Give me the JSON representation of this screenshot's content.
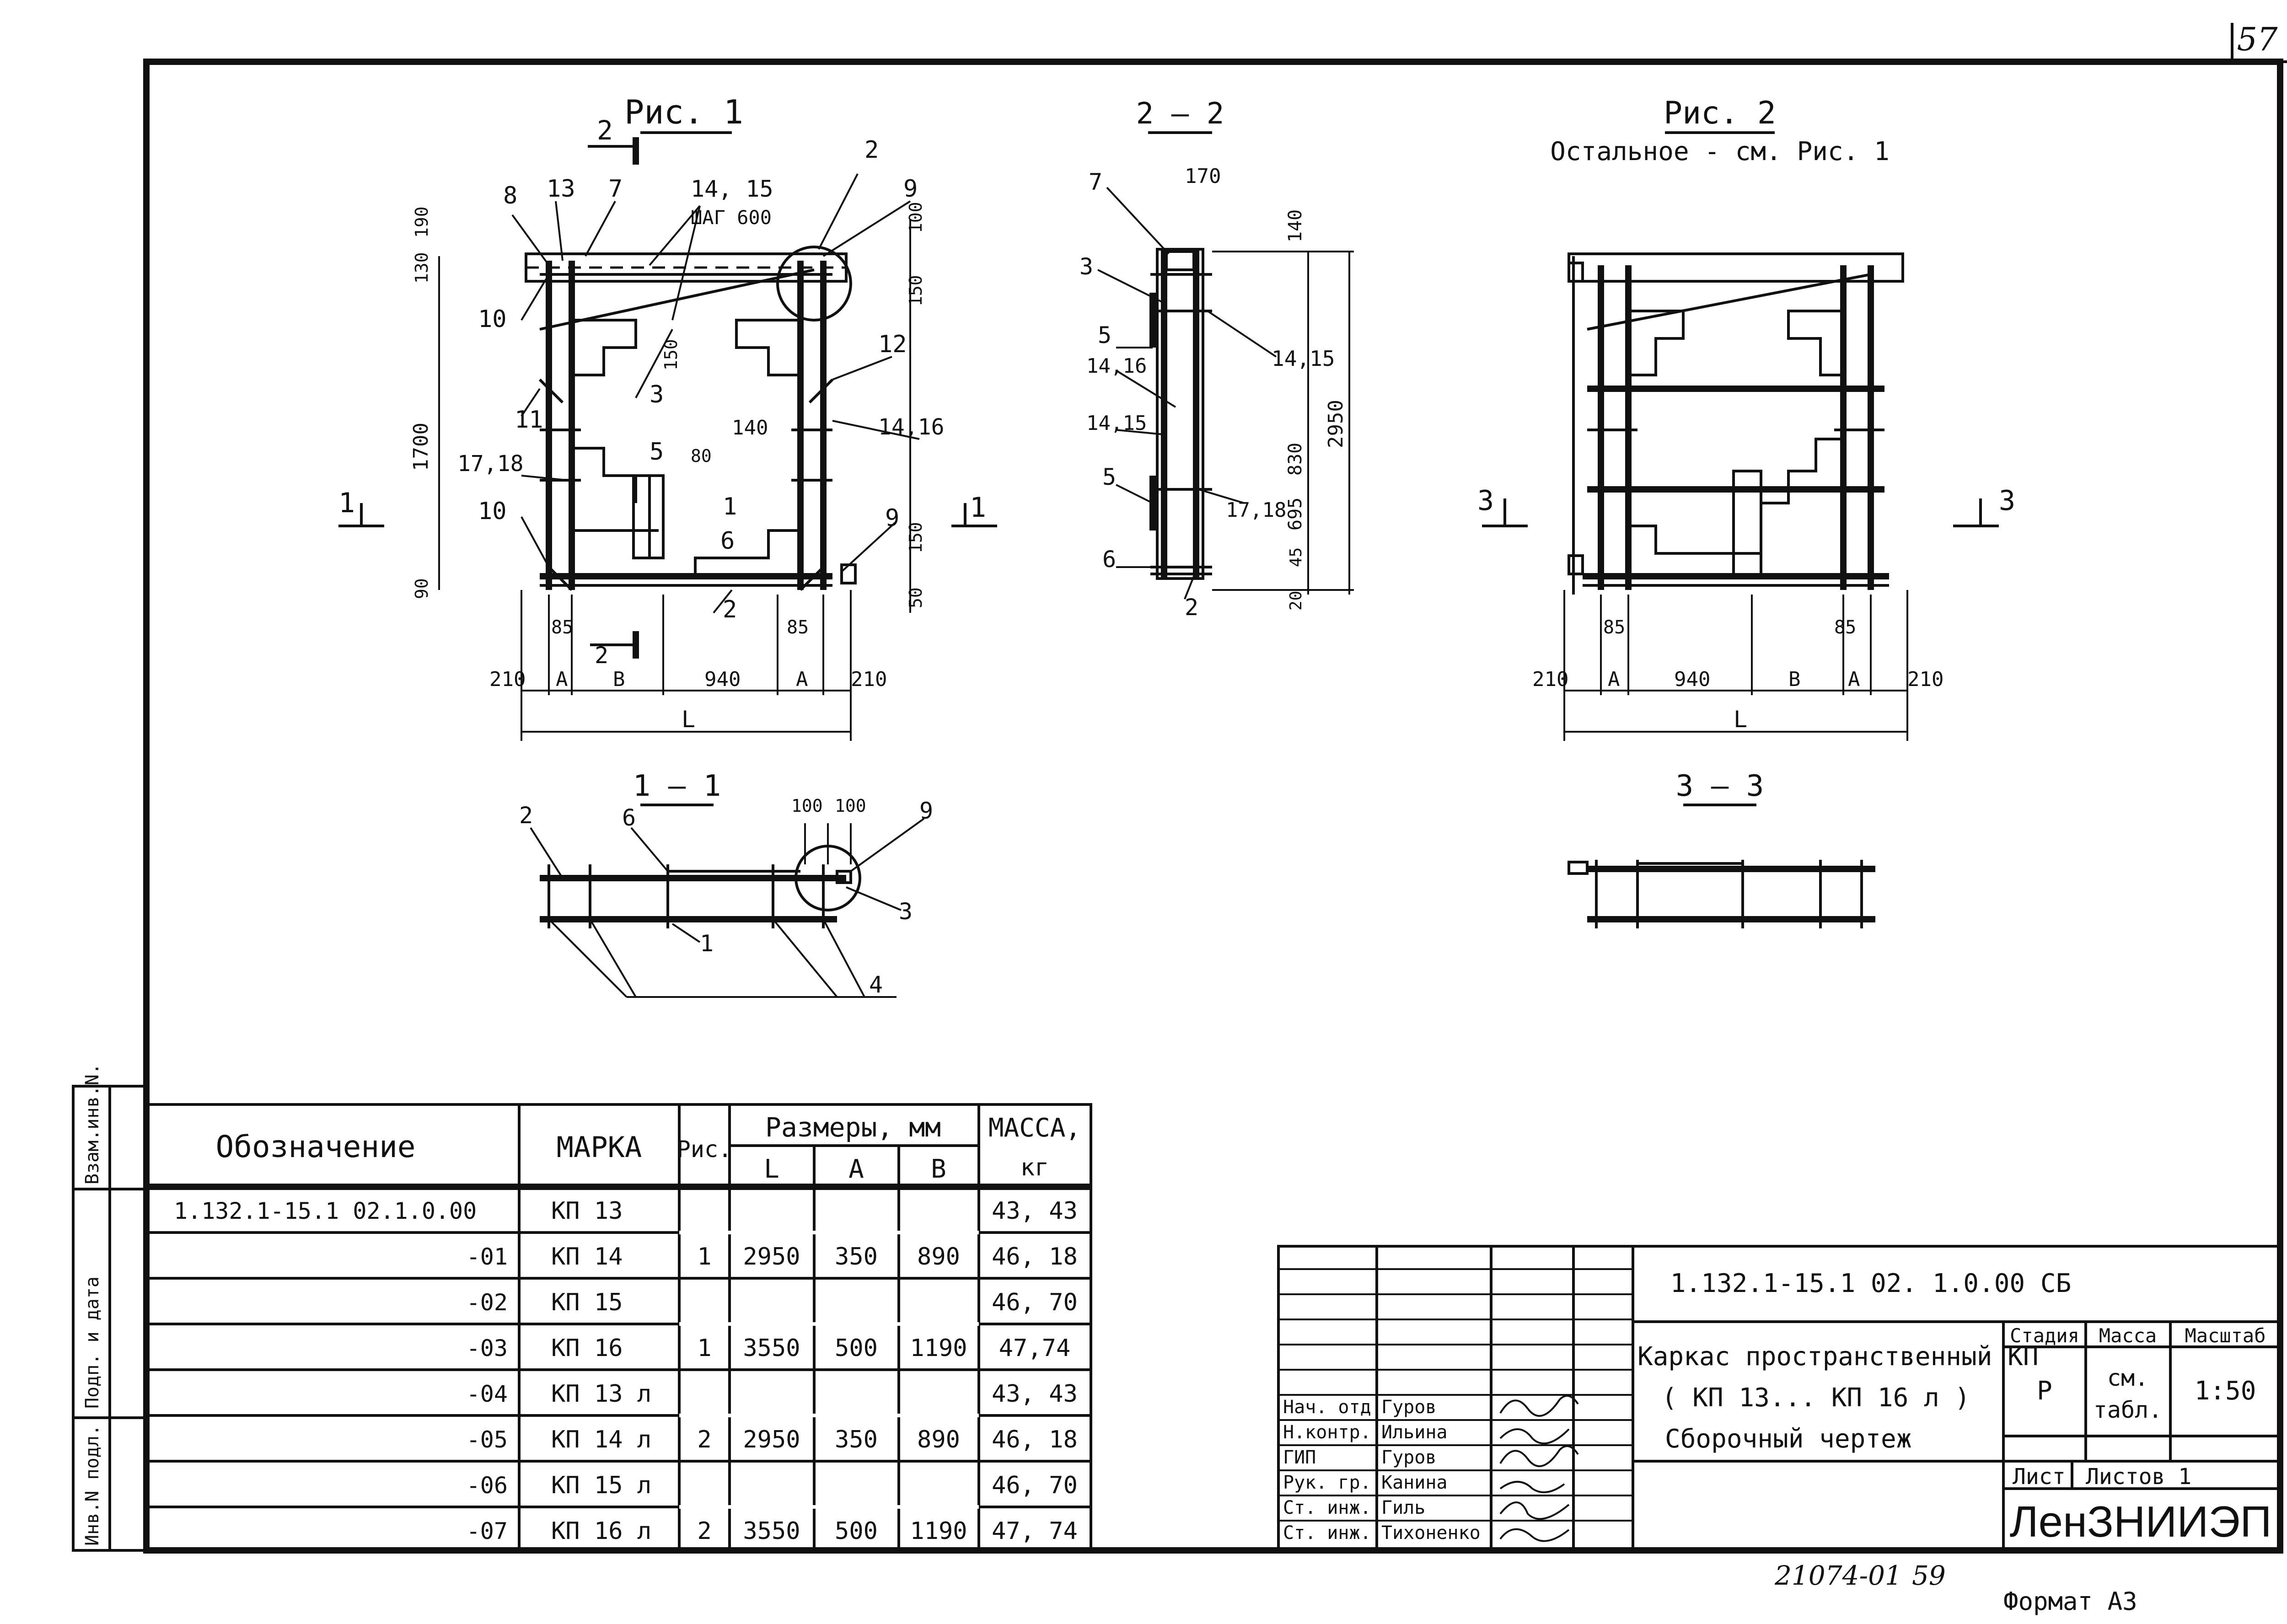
{
  "sheet_number": "57",
  "fig1": {
    "title": "Рис. 1",
    "section_mark": "2",
    "callouts": [
      "8",
      "13",
      "7",
      "14, 15",
      "ШАГ 600",
      "2",
      "9",
      "10",
      "3",
      "12",
      "11",
      "17,18",
      "5",
      "1",
      "6",
      "10",
      "9",
      "2",
      "140",
      "14,16",
      "80",
      "150"
    ],
    "dims": {
      "top_left_a": "130",
      "top_left_b": "190",
      "top_right_a": "100",
      "top_right_b": "150",
      "height": "1700",
      "bottom_left": "90",
      "bottom_right_a": "150",
      "bottom_right_b": "50",
      "offset_left": "85",
      "offset_right": "85",
      "w_left": "210",
      "w_a": "A",
      "w_b": "B",
      "w_mid": "940",
      "w_a2": "A",
      "w_right": "210",
      "total": "L"
    },
    "section_label_left": "1",
    "section_label_right": "1"
  },
  "sec22": {
    "title": "2 — 2",
    "callouts": [
      "7",
      "170",
      "3",
      "5",
      "14,16",
      "14,15",
      "5",
      "6",
      "2",
      "14,15",
      "17,18"
    ],
    "dims": {
      "top": "140",
      "mid": "830",
      "total": "2950",
      "low": "695",
      "b1": "45",
      "b2": "20"
    }
  },
  "fig2": {
    "title": "Рис. 2",
    "subtitle": "Остальное - см. Рис. 1",
    "section_label_left": "3",
    "section_label_right": "3",
    "dims": {
      "offset_left": "85",
      "offset_right": "85",
      "w_left": "210",
      "w_a": "A",
      "w_mid": "940",
      "w_b": "B",
      "w_a2": "A",
      "w_right": "210",
      "total": "L"
    }
  },
  "sec11": {
    "title": "1 — 1",
    "callouts": [
      "2",
      "6",
      "9",
      "3",
      "1",
      "4"
    ],
    "dims": {
      "d1": "100",
      "d2": "100"
    }
  },
  "sec33": {
    "title": "3 — 3"
  },
  "side_stamp": [
    "Взам.инв.N.",
    "Подп. и дата",
    "Инв.N подл."
  ],
  "spec_table": {
    "headers": {
      "designation": "Обозначение",
      "mark": "МАРКА",
      "fig": "Рис.",
      "sizes": "Размеры, мм",
      "L": "L",
      "A": "A",
      "B": "B",
      "mass": "МАССА,",
      "mass_unit": "кг"
    },
    "rows": [
      {
        "designation": "1.132.1-15.1  02.1.0.00",
        "mark": "КП 13",
        "mass": "43, 43"
      },
      {
        "designation": "-01",
        "mark": "КП 14",
        "mass": "46, 18"
      },
      {
        "designation": "-02",
        "mark": "КП 15",
        "mass": "46, 70"
      },
      {
        "designation": "-03",
        "mark": "КП 16",
        "mass": "47,74"
      },
      {
        "designation": "-04",
        "mark": "КП 13 л",
        "mass": "43, 43"
      },
      {
        "designation": "-05",
        "mark": "КП 14 л",
        "mass": "46, 18"
      },
      {
        "designation": "-06",
        "mark": "КП 15 л",
        "mass": "46, 70"
      },
      {
        "designation": "-07",
        "mark": "КП 16 л",
        "mass": "47, 74"
      }
    ],
    "groups": [
      {
        "fig": "1",
        "L": "2950",
        "A": "350",
        "B": "890"
      },
      {
        "fig": "1",
        "L": "3550",
        "A": "500",
        "B": "1190"
      },
      {
        "fig": "2",
        "L": "2950",
        "A": "350",
        "B": "890"
      },
      {
        "fig": "2",
        "L": "3550",
        "A": "500",
        "B": "1190"
      }
    ]
  },
  "title_block": {
    "doc_code": "1.132.1-15.1  02. 1.0.00 СБ",
    "title_line1": "Каркас пространственный КП",
    "title_line2": "( КП 13... КП 16 л )",
    "title_line3": "Сборочный  чертеж",
    "stage_label": "Стадия",
    "mass_label": "Масса",
    "scale_label": "Масштаб",
    "stage": "Р",
    "mass_value_1": "см.",
    "mass_value_2": "табл.",
    "scale": "1:50",
    "sheet_label": "Лист",
    "sheets_label": "Листов 1",
    "org": "ЛенЗНИИЭП",
    "staff": [
      {
        "role": "Нач. отд.",
        "name": "Гуров"
      },
      {
        "role": "Н.контр.",
        "name": "Ильина"
      },
      {
        "role": "ГИП",
        "name": "Гуров"
      },
      {
        "role": "Рук. гр.",
        "name": "Канина"
      },
      {
        "role": "Ст. инж.",
        "name": "Гиль"
      },
      {
        "role": "Ст. инж.",
        "name": "Тихоненко"
      }
    ]
  },
  "bottom_code": "21074-01",
  "bottom_page": "59",
  "format": "Формат А3"
}
